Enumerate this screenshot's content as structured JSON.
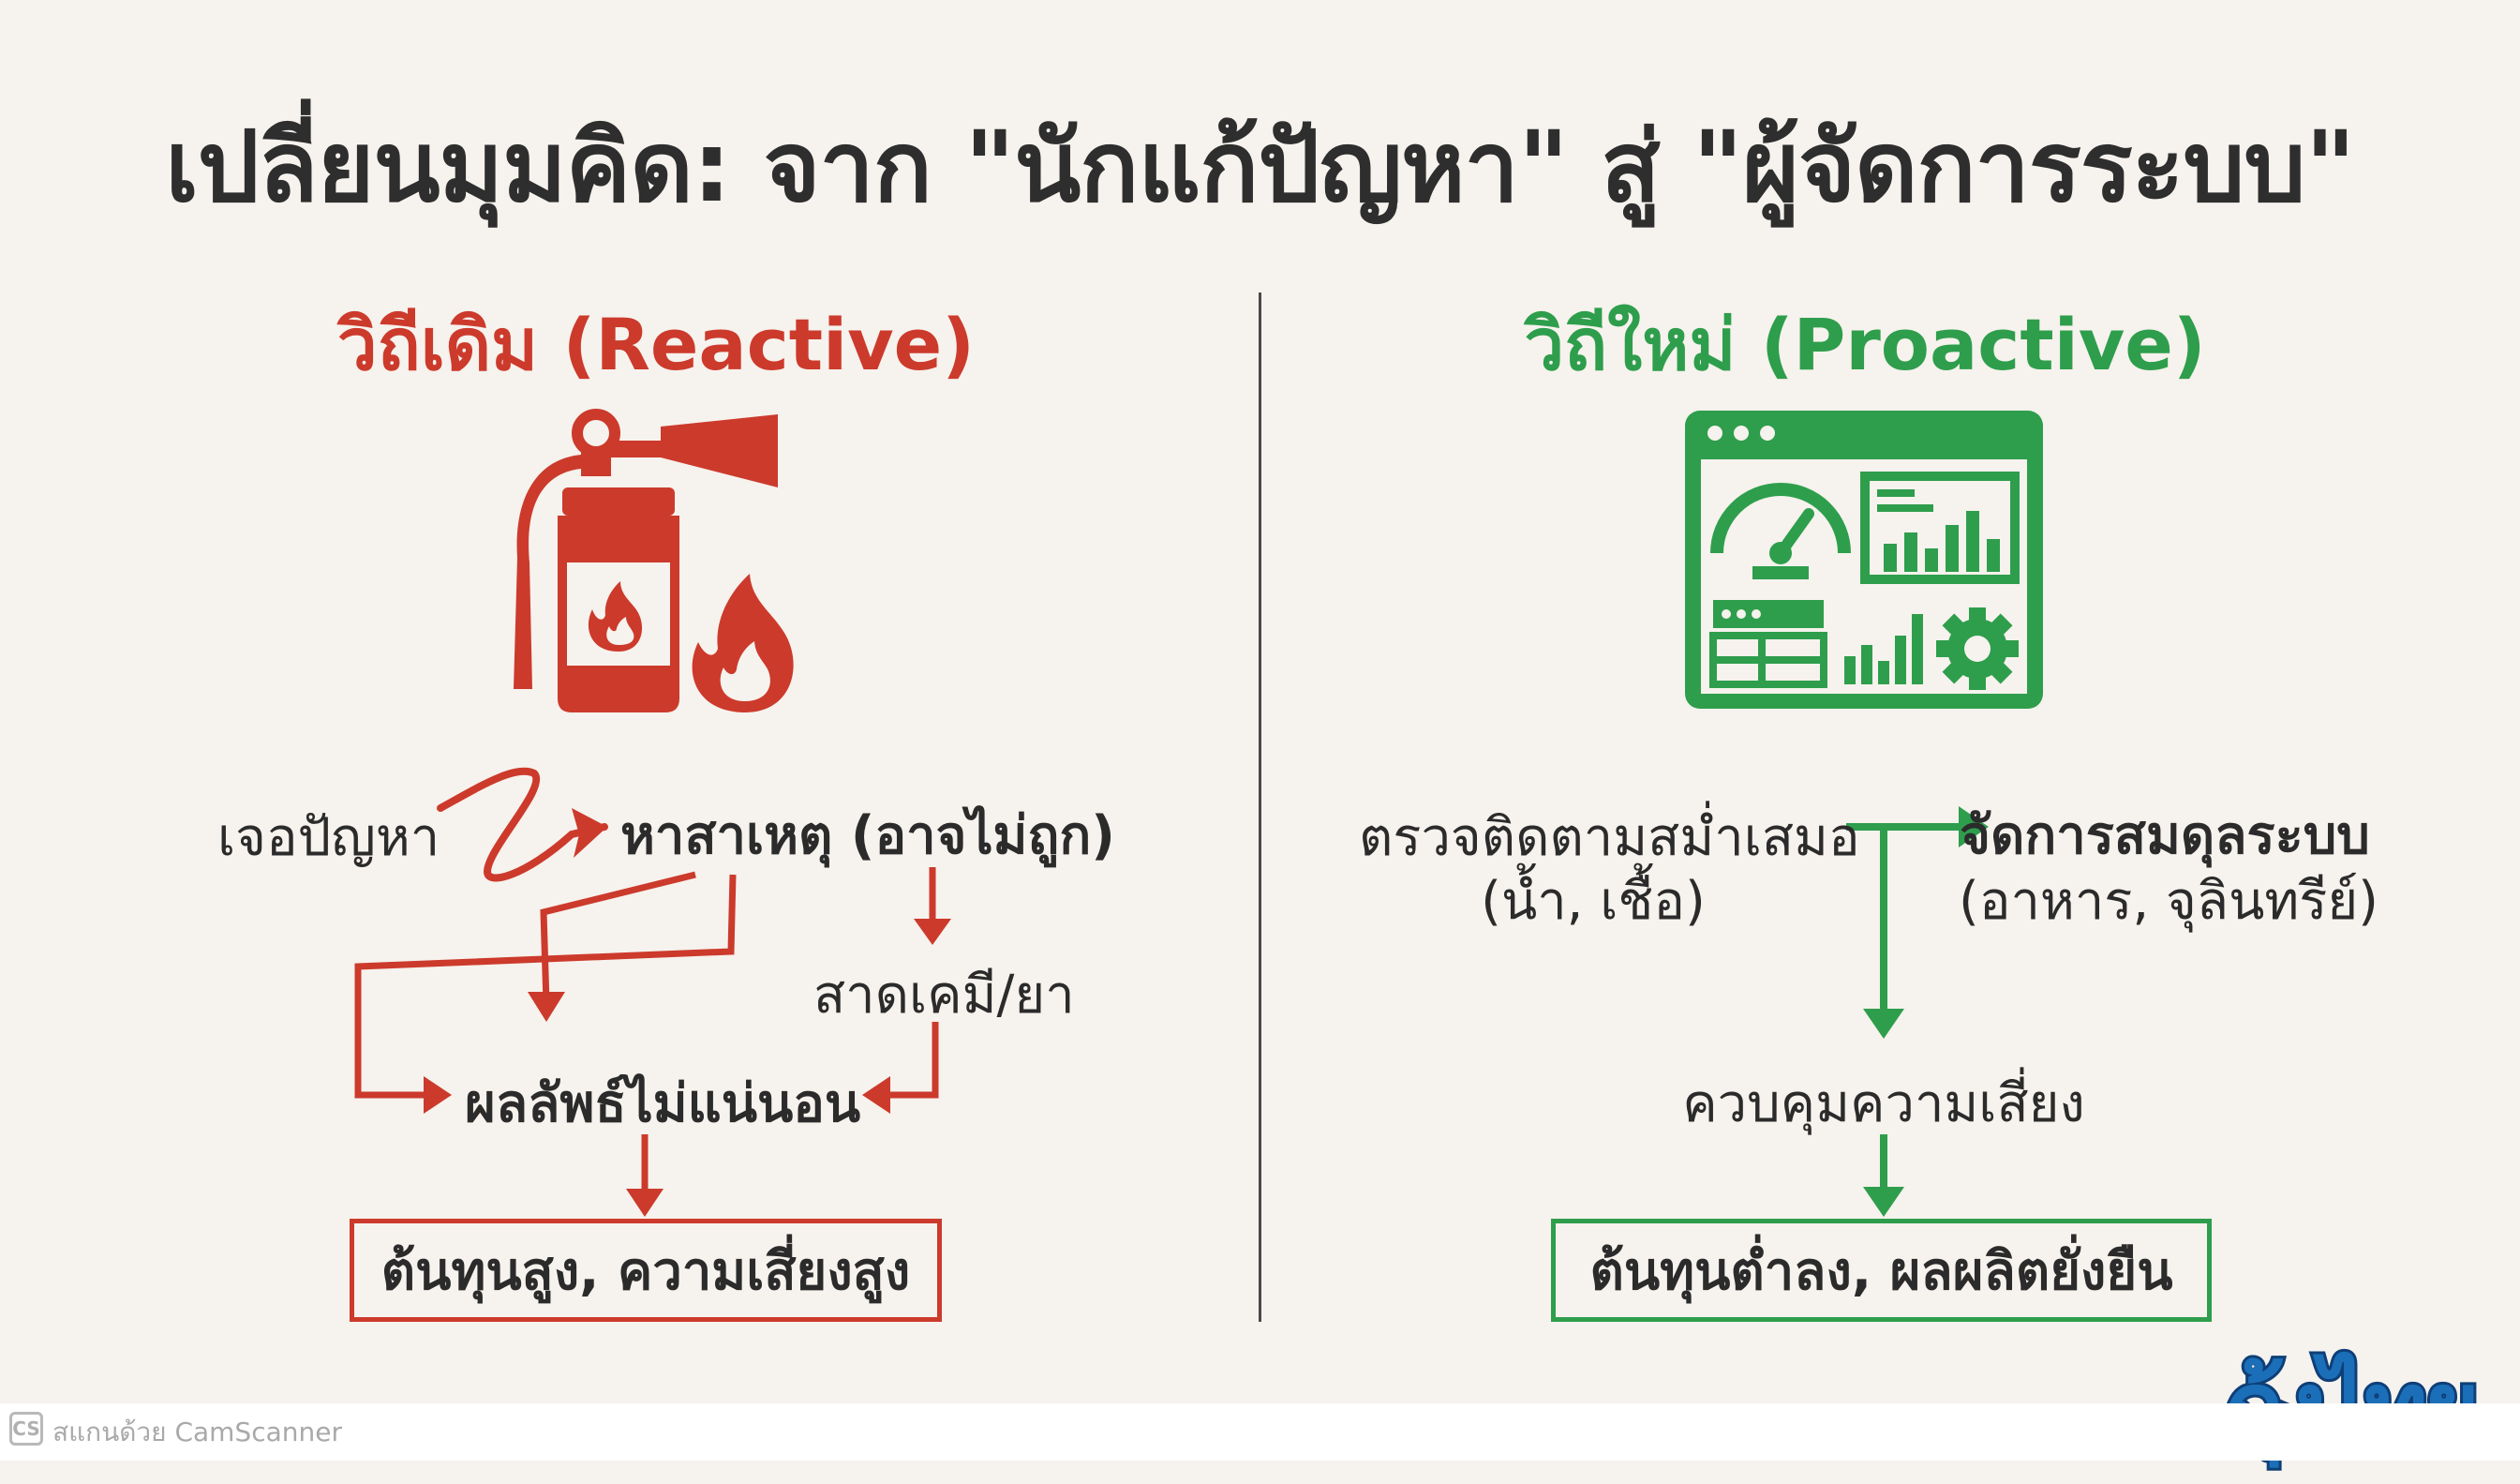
{
  "title": "เปลี่ยนมุมคิด: จาก \"นักแก้ปัญหา\" สู่ \"ผู้จัดการระบบ\"",
  "colors": {
    "reactive": "#cc3a2c",
    "proactive": "#2e9e4c",
    "background": "#f6f2ed"
  },
  "reactive": {
    "heading": "วิถีเดิม (Reactive)",
    "icon": "fire-extinguisher-icon",
    "step_find_problem": "เจอปัญหา",
    "step_find_cause": "หาสาเหตุ (อาจไม่ถูก)",
    "step_chemicals": "สาดเคมี/ยา",
    "step_uncertain": "ผลลัพธ์ไม่แน่นอน",
    "result": "ต้นทุนสูง, ความเสี่ยงสูง"
  },
  "proactive": {
    "heading": "วิถีใหม่ (Proactive)",
    "icon": "dashboard-monitor-icon",
    "step_monitor": "ตรวจติดตามสม่ำเสมอ",
    "step_monitor_detail": "(น้ำ, เชื้อ)",
    "step_balance": "จัดการสมดุลระบบ",
    "step_balance_detail": "(อาหาร, จุลินทรีย์)",
    "step_risk": "ควบคุมความเสี่ยง",
    "result": "ต้นทุนต่ำลง, ผลผลิตยั่งยืน"
  },
  "branding": {
    "logo_text": "กุ้งไทย"
  },
  "footer": {
    "scanner_text": "สแกนด้วย CamScanner",
    "scanner_logo": "CS"
  }
}
